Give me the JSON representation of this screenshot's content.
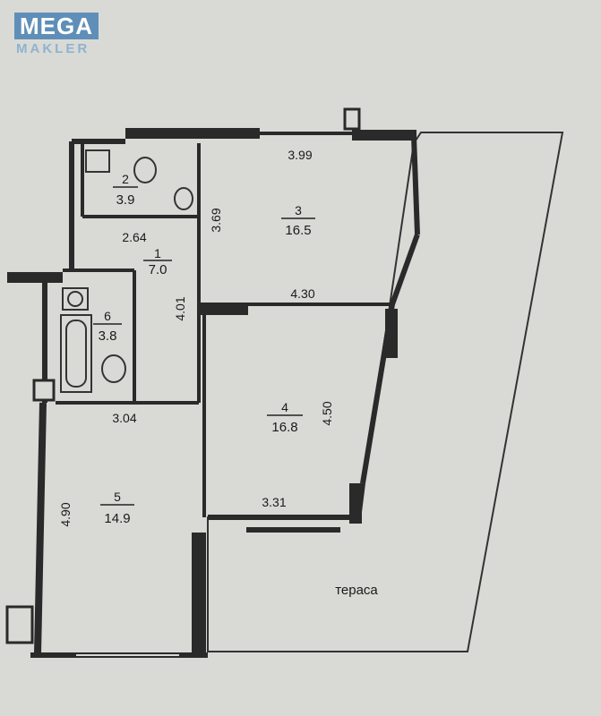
{
  "watermark": {
    "line1": "MEGA",
    "line2": "MAKLER"
  },
  "colors": {
    "paper": "#d9dad6",
    "wall": "#2a2a2a",
    "line": "#333333",
    "brand": "#5f8fb8"
  },
  "rooms": [
    {
      "id": "2",
      "area": "3.9"
    },
    {
      "id": "1",
      "area": "7.0"
    },
    {
      "id": "3",
      "area": "16.5"
    },
    {
      "id": "6",
      "area": "3.8"
    },
    {
      "id": "4",
      "area": "16.8"
    },
    {
      "id": "5",
      "area": "14.9"
    }
  ],
  "dimensions": [
    "3.99",
    "3.69",
    "2.64",
    "4.01",
    "4.30",
    "3.04",
    "4.50",
    "3.31",
    "4.90"
  ],
  "terrace_label": "тераса"
}
